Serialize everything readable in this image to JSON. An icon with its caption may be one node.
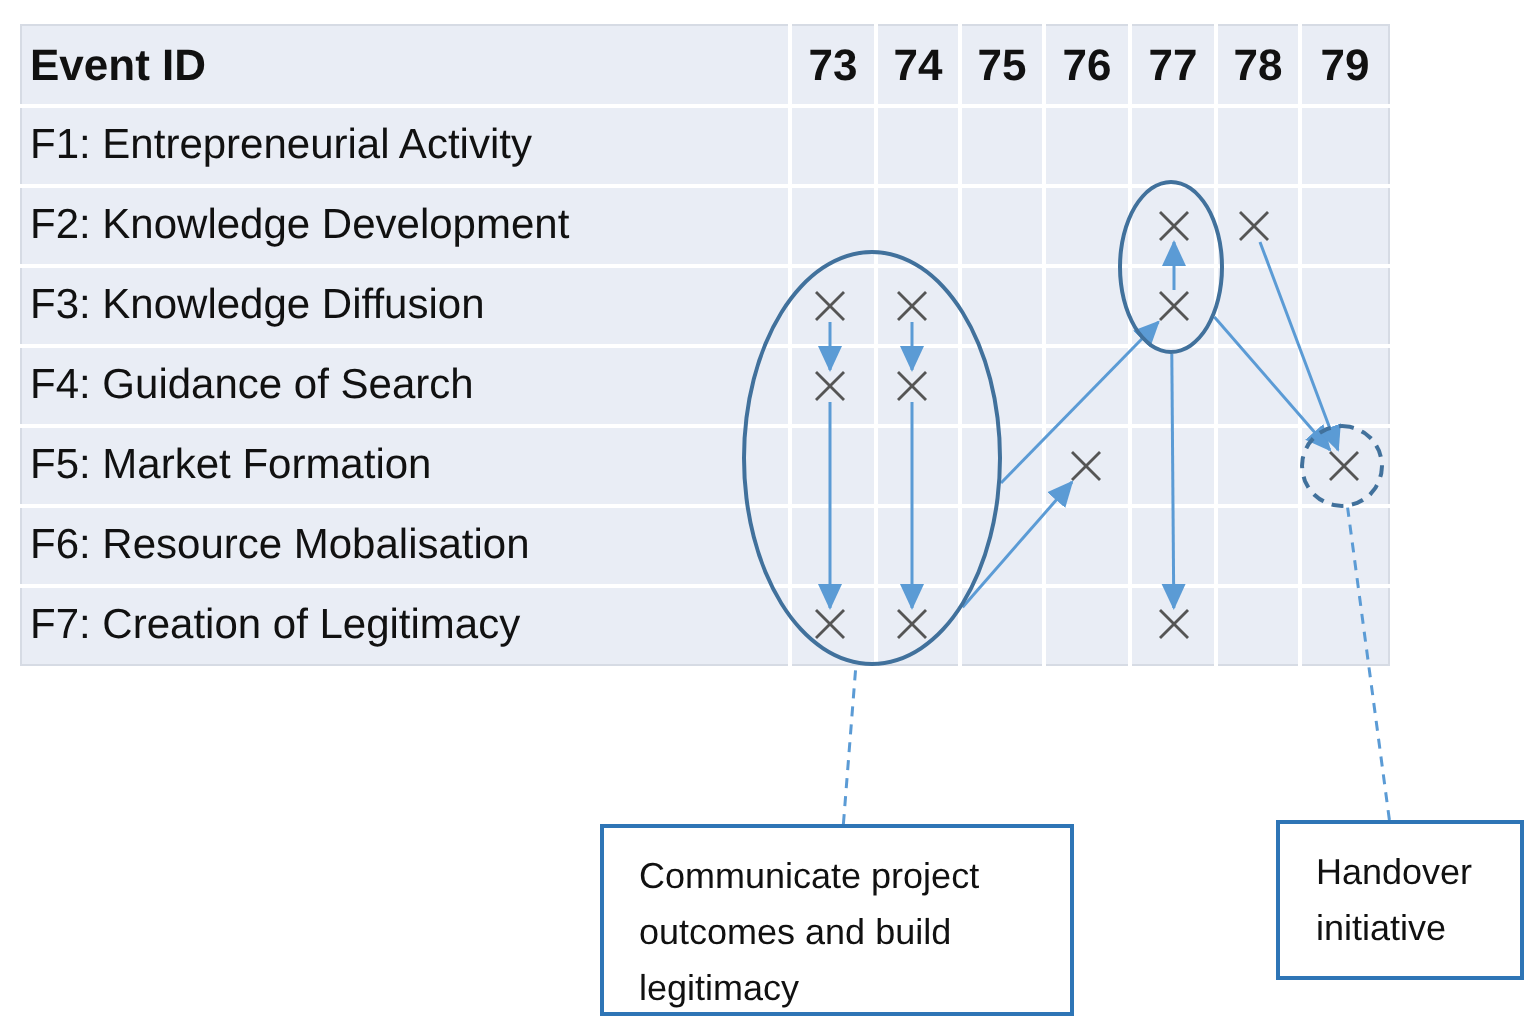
{
  "diagram": {
    "nodes": [
      {
        "text": [],
        "shape": "ellipse"
      },
      {
        "text": [],
        "shape": "cross",
        "in": 0
      },
      {
        "text": [],
        "shape": "cross"
      },
      {
        "text": [],
        "shape": "ellipse"
      },
      {
        "text": [],
        "shape": "cross",
        "in": 3
      },
      {
        "text": [],
        "shape": "cross",
        "in": 3
      },
      {
        "text": [],
        "shape": "cross",
        "in": 0
      },
      {
        "text": [],
        "shape": "cross",
        "in": 3
      },
      {
        "text": [],
        "shape": "cross",
        "in": 3
      },
      {
        "text": [],
        "shape": "cross"
      },
      {
        "text": [],
        "shape": "circle"
      },
      {
        "text": [],
        "shape": "cross",
        "in": 10
      },
      {
        "text": [],
        "shape": "cross",
        "in": 3
      },
      {
        "text": [],
        "shape": "cross",
        "in": 3
      },
      {
        "text": [],
        "shape": "cross"
      },
      {
        "text": [
          "Communicate project outcomes and build legitimacy"
        ]
      },
      {
        "text": [
          "Handover initiative"
        ]
      }
    ],
    "edges": [
      {
        "from": 4,
        "to": 7,
        "arrow": "to"
      },
      {
        "from": 7,
        "to": 12,
        "arrow": "to"
      },
      {
        "from": 5,
        "to": 8,
        "arrow": "to"
      },
      {
        "from": 8,
        "to": 13,
        "arrow": "to"
      },
      {
        "from": 6,
        "to": 1,
        "arrow": "to"
      },
      {
        "from": 0,
        "to": 14,
        "arrow": "to"
      },
      {
        "from": 3,
        "to": 6,
        "arrow": "to"
      },
      {
        "from": 3,
        "to": 9,
        "arrow": "to"
      },
      {
        "from": 0,
        "to": 11,
        "arrow": "to"
      },
      {
        "from": 2,
        "to": 11,
        "arrow": "to"
      },
      {
        "from": 15,
        "to": 3,
        "arrow": "none",
        "style": "dashed"
      },
      {
        "from": 16,
        "to": 10,
        "arrow": "none",
        "style": "dashed"
      }
    ],
    "labels": [
      "Event ID",
      "73",
      "74",
      "75",
      "76",
      "77",
      "78",
      "79",
      "F1: Entrepreneurial Activity",
      "F2: Knowledge Development",
      "F3: Knowledge Diffusion",
      "F4: Guidance of Search",
      "F5: Market Formation",
      "F6: Resource Mobalisation",
      "F7: Creation of Legitimacy"
    ]
  }
}
